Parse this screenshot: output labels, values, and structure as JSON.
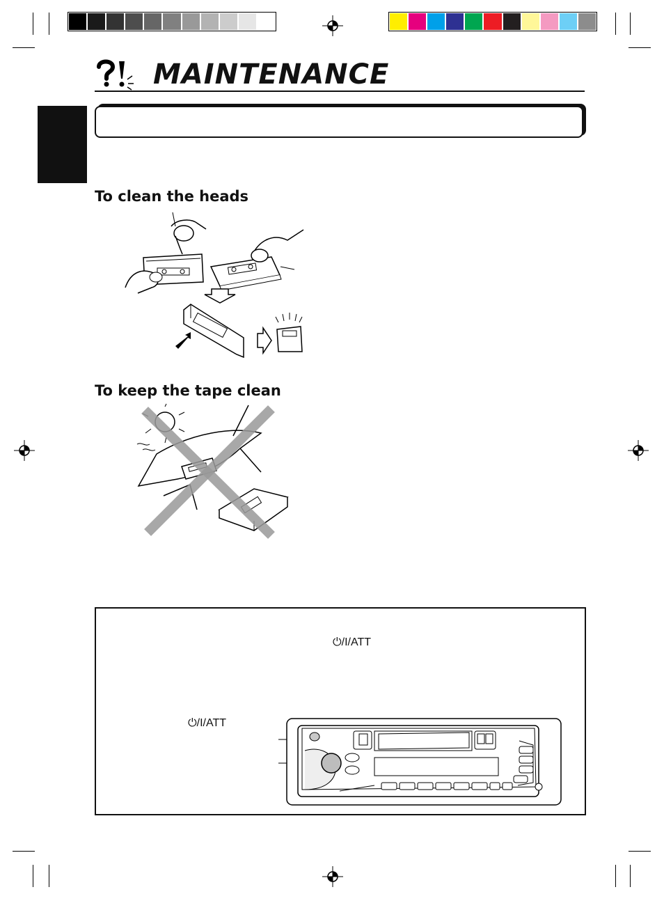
{
  "page": {
    "title": "MAINTENANCE",
    "section_clean_heads": "To clean the heads",
    "section_keep_clean": "To keep the tape clean",
    "att_label_1": "⏻/I/ATT",
    "att_label_2": "⏻/I/ATT"
  },
  "colors": {
    "gray_bar": [
      "#000000",
      "#1a1a1a",
      "#333333",
      "#4d4d4d",
      "#666666",
      "#808080",
      "#999999",
      "#b3b3b3",
      "#cccccc",
      "#e6e6e6",
      "#ffffff"
    ],
    "color_bar": [
      "#ffee00",
      "#e6007e",
      "#00a0e9",
      "#2e3192",
      "#00a650",
      "#ed1c24",
      "#231f20",
      "#fff799",
      "#f49ac1",
      "#6dcff6",
      "#8c8c8c"
    ]
  }
}
